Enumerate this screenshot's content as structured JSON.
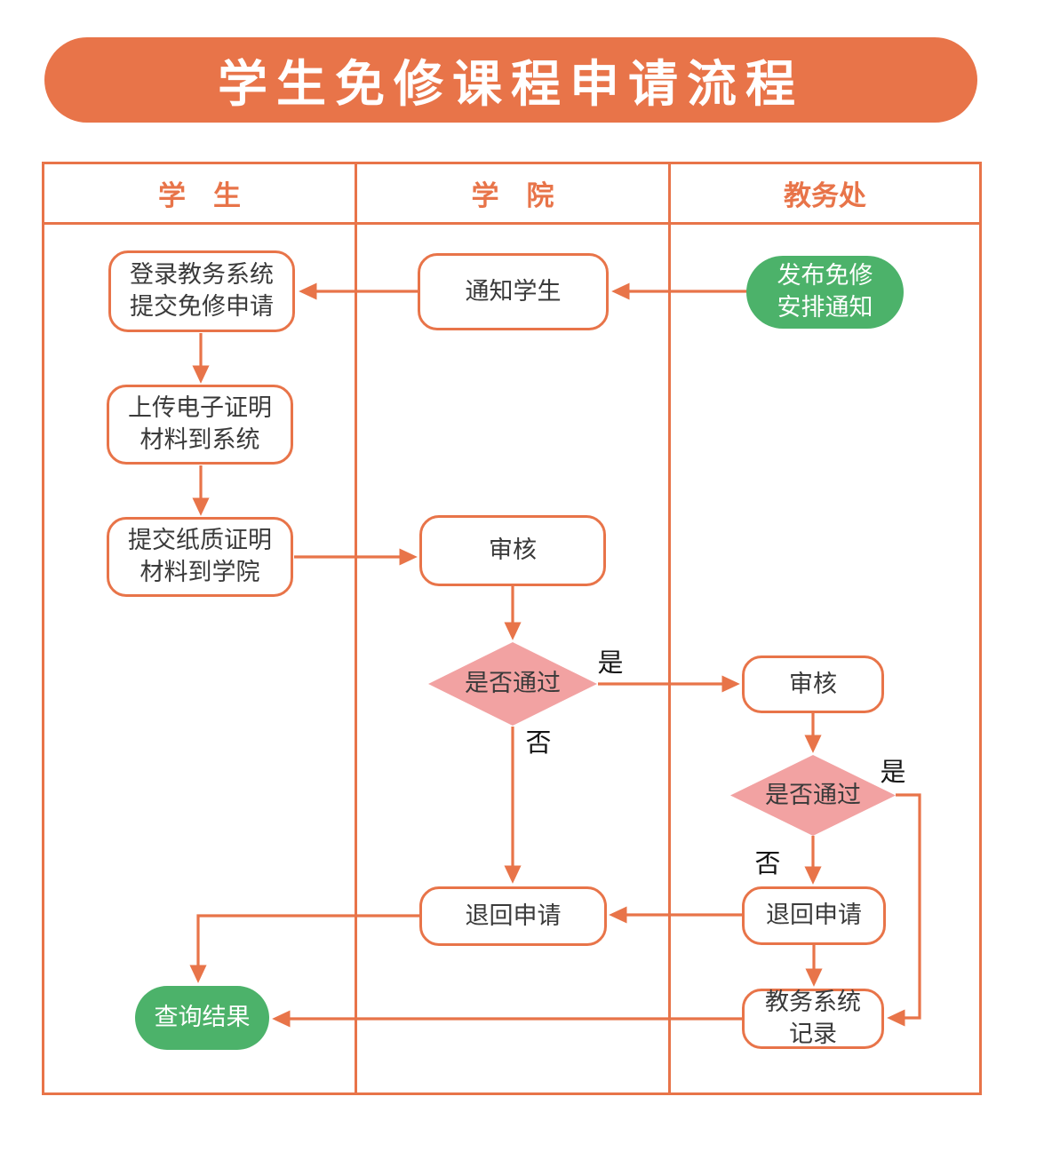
{
  "title": "学生免修课程申请流程",
  "colors": {
    "accent_orange": "#E87449",
    "terminal_green": "#4CB26A",
    "decision_pink": "#F2A2A2",
    "node_text": "#3A3A3A",
    "title_text": "#FFFFFF"
  },
  "lanes": [
    {
      "label": "学　生"
    },
    {
      "label": "学　院"
    },
    {
      "label": "教务处"
    }
  ],
  "nodes": {
    "login_submit": {
      "label": "登录教务系统\n提交免修申请",
      "type": "process"
    },
    "upload_proof": {
      "label": "上传电子证明\n材料到系统",
      "type": "process"
    },
    "paper_proof": {
      "label": "提交纸质证明\n材料到学院",
      "type": "process"
    },
    "notify_student": {
      "label": "通知学生",
      "type": "process"
    },
    "college_review": {
      "label": "审核",
      "type": "process"
    },
    "college_pass": {
      "label": "是否通过",
      "type": "decision"
    },
    "publish_notice": {
      "label": "发布免修\n安排通知",
      "type": "terminal"
    },
    "office_review": {
      "label": "审核",
      "type": "process"
    },
    "office_pass": {
      "label": "是否通过",
      "type": "decision"
    },
    "return_college": {
      "label": "退回申请",
      "type": "process"
    },
    "return_office": {
      "label": "退回申请",
      "type": "process"
    },
    "system_record": {
      "label": "教务系统\n记录",
      "type": "process"
    },
    "query_result": {
      "label": "查询结果",
      "type": "terminal"
    }
  },
  "edge_labels": {
    "college_yes": "是",
    "college_no": "否",
    "office_yes": "是",
    "office_no": "否"
  }
}
